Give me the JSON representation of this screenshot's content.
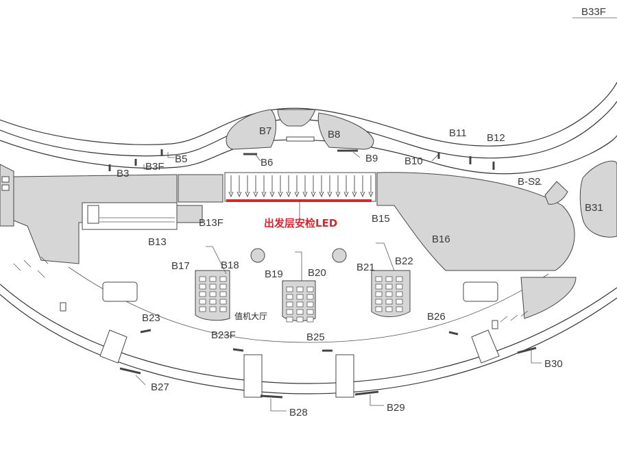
{
  "map": {
    "corner_label": "B33F",
    "gates": {
      "B3": "B3",
      "B3F": "B3F",
      "B5": "B5",
      "B6": "B6",
      "B7": "B7",
      "B8": "B8",
      "B9": "B9",
      "B10": "B10",
      "B11": "B11",
      "B12": "B12",
      "BS2": "B-S2",
      "B31": "B31",
      "B13F": "B13F",
      "B13": "B13",
      "B15": "B15",
      "B16": "B16",
      "B17": "B17",
      "B18": "B18",
      "B19": "B19",
      "B20": "B20",
      "B21": "B21",
      "B22": "B22",
      "B23": "B23",
      "B23F": "B23F",
      "B25": "B25",
      "B26": "B26",
      "B27": "B27",
      "B28": "B28",
      "B29": "B29",
      "B30": "B30"
    },
    "security_led": "出发层安检LED",
    "checkin_hall": "值机大厅",
    "led_bar_color": "#d8262d"
  }
}
